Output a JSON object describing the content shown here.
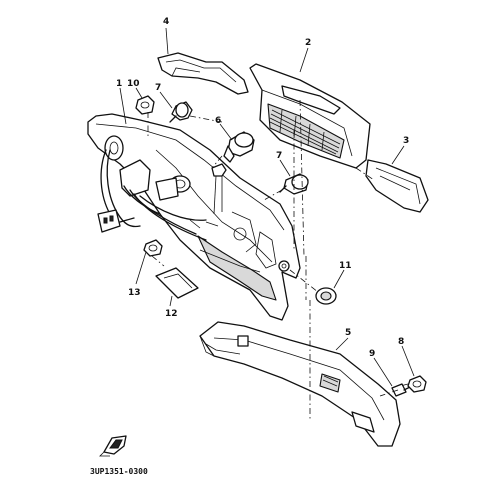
{
  "callouts": [
    {
      "id": "c1",
      "label": "1"
    },
    {
      "id": "c2",
      "label": "2"
    },
    {
      "id": "c3",
      "label": "3"
    },
    {
      "id": "c4",
      "label": "4"
    },
    {
      "id": "c5",
      "label": "5"
    },
    {
      "id": "c6",
      "label": "6"
    },
    {
      "id": "c7a",
      "label": "7"
    },
    {
      "id": "c7b",
      "label": "7"
    },
    {
      "id": "c8",
      "label": "8"
    },
    {
      "id": "c9",
      "label": "9"
    },
    {
      "id": "c10",
      "label": "10"
    },
    {
      "id": "c11",
      "label": "11"
    },
    {
      "id": "c12",
      "label": "12"
    },
    {
      "id": "c13",
      "label": "13"
    }
  ],
  "diagram_code": "3UP1351-0300"
}
